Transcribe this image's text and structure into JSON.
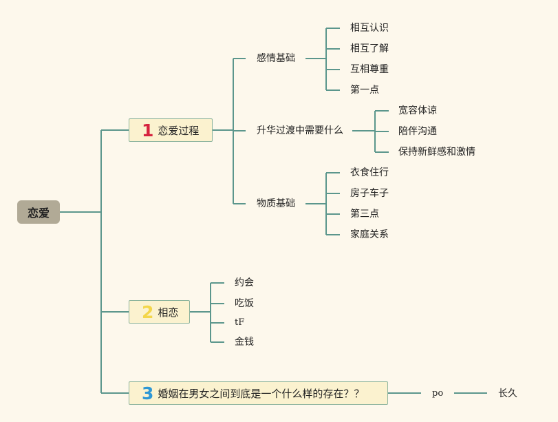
{
  "colors": {
    "connector": "#5b968c",
    "root_fill": "#b1aa96",
    "branch_fill": "#fbf2cf"
  },
  "root": {
    "label": "恋爱"
  },
  "branches": [
    {
      "num": "1",
      "num_color": "#d6233f",
      "label": "恋爱过程",
      "children": [
        {
          "label": "感情基础",
          "children": [
            "相互认识",
            "相互了解",
            "互相尊重",
            "第一点"
          ]
        },
        {
          "label": "升华过渡中需要什么",
          "children": [
            "宽容体谅",
            "陪伴沟通",
            "保持新鲜感和激情"
          ]
        },
        {
          "label": "物质基础",
          "children": [
            "衣食住行",
            "房子车子",
            "第三点",
            "家庭关系"
          ]
        }
      ]
    },
    {
      "num": "2",
      "num_color": "#f3d64a",
      "label": "相恋",
      "children": [
        {
          "label": "约会"
        },
        {
          "label": "吃饭"
        },
        {
          "label": "tF"
        },
        {
          "label": "金钱"
        }
      ]
    },
    {
      "num": "3",
      "num_color": "#2e97d5",
      "label": "婚姻在男女之间到底是一个什么样的存在？？",
      "children": [
        {
          "label": "po",
          "children": [
            "长久"
          ]
        }
      ]
    }
  ]
}
